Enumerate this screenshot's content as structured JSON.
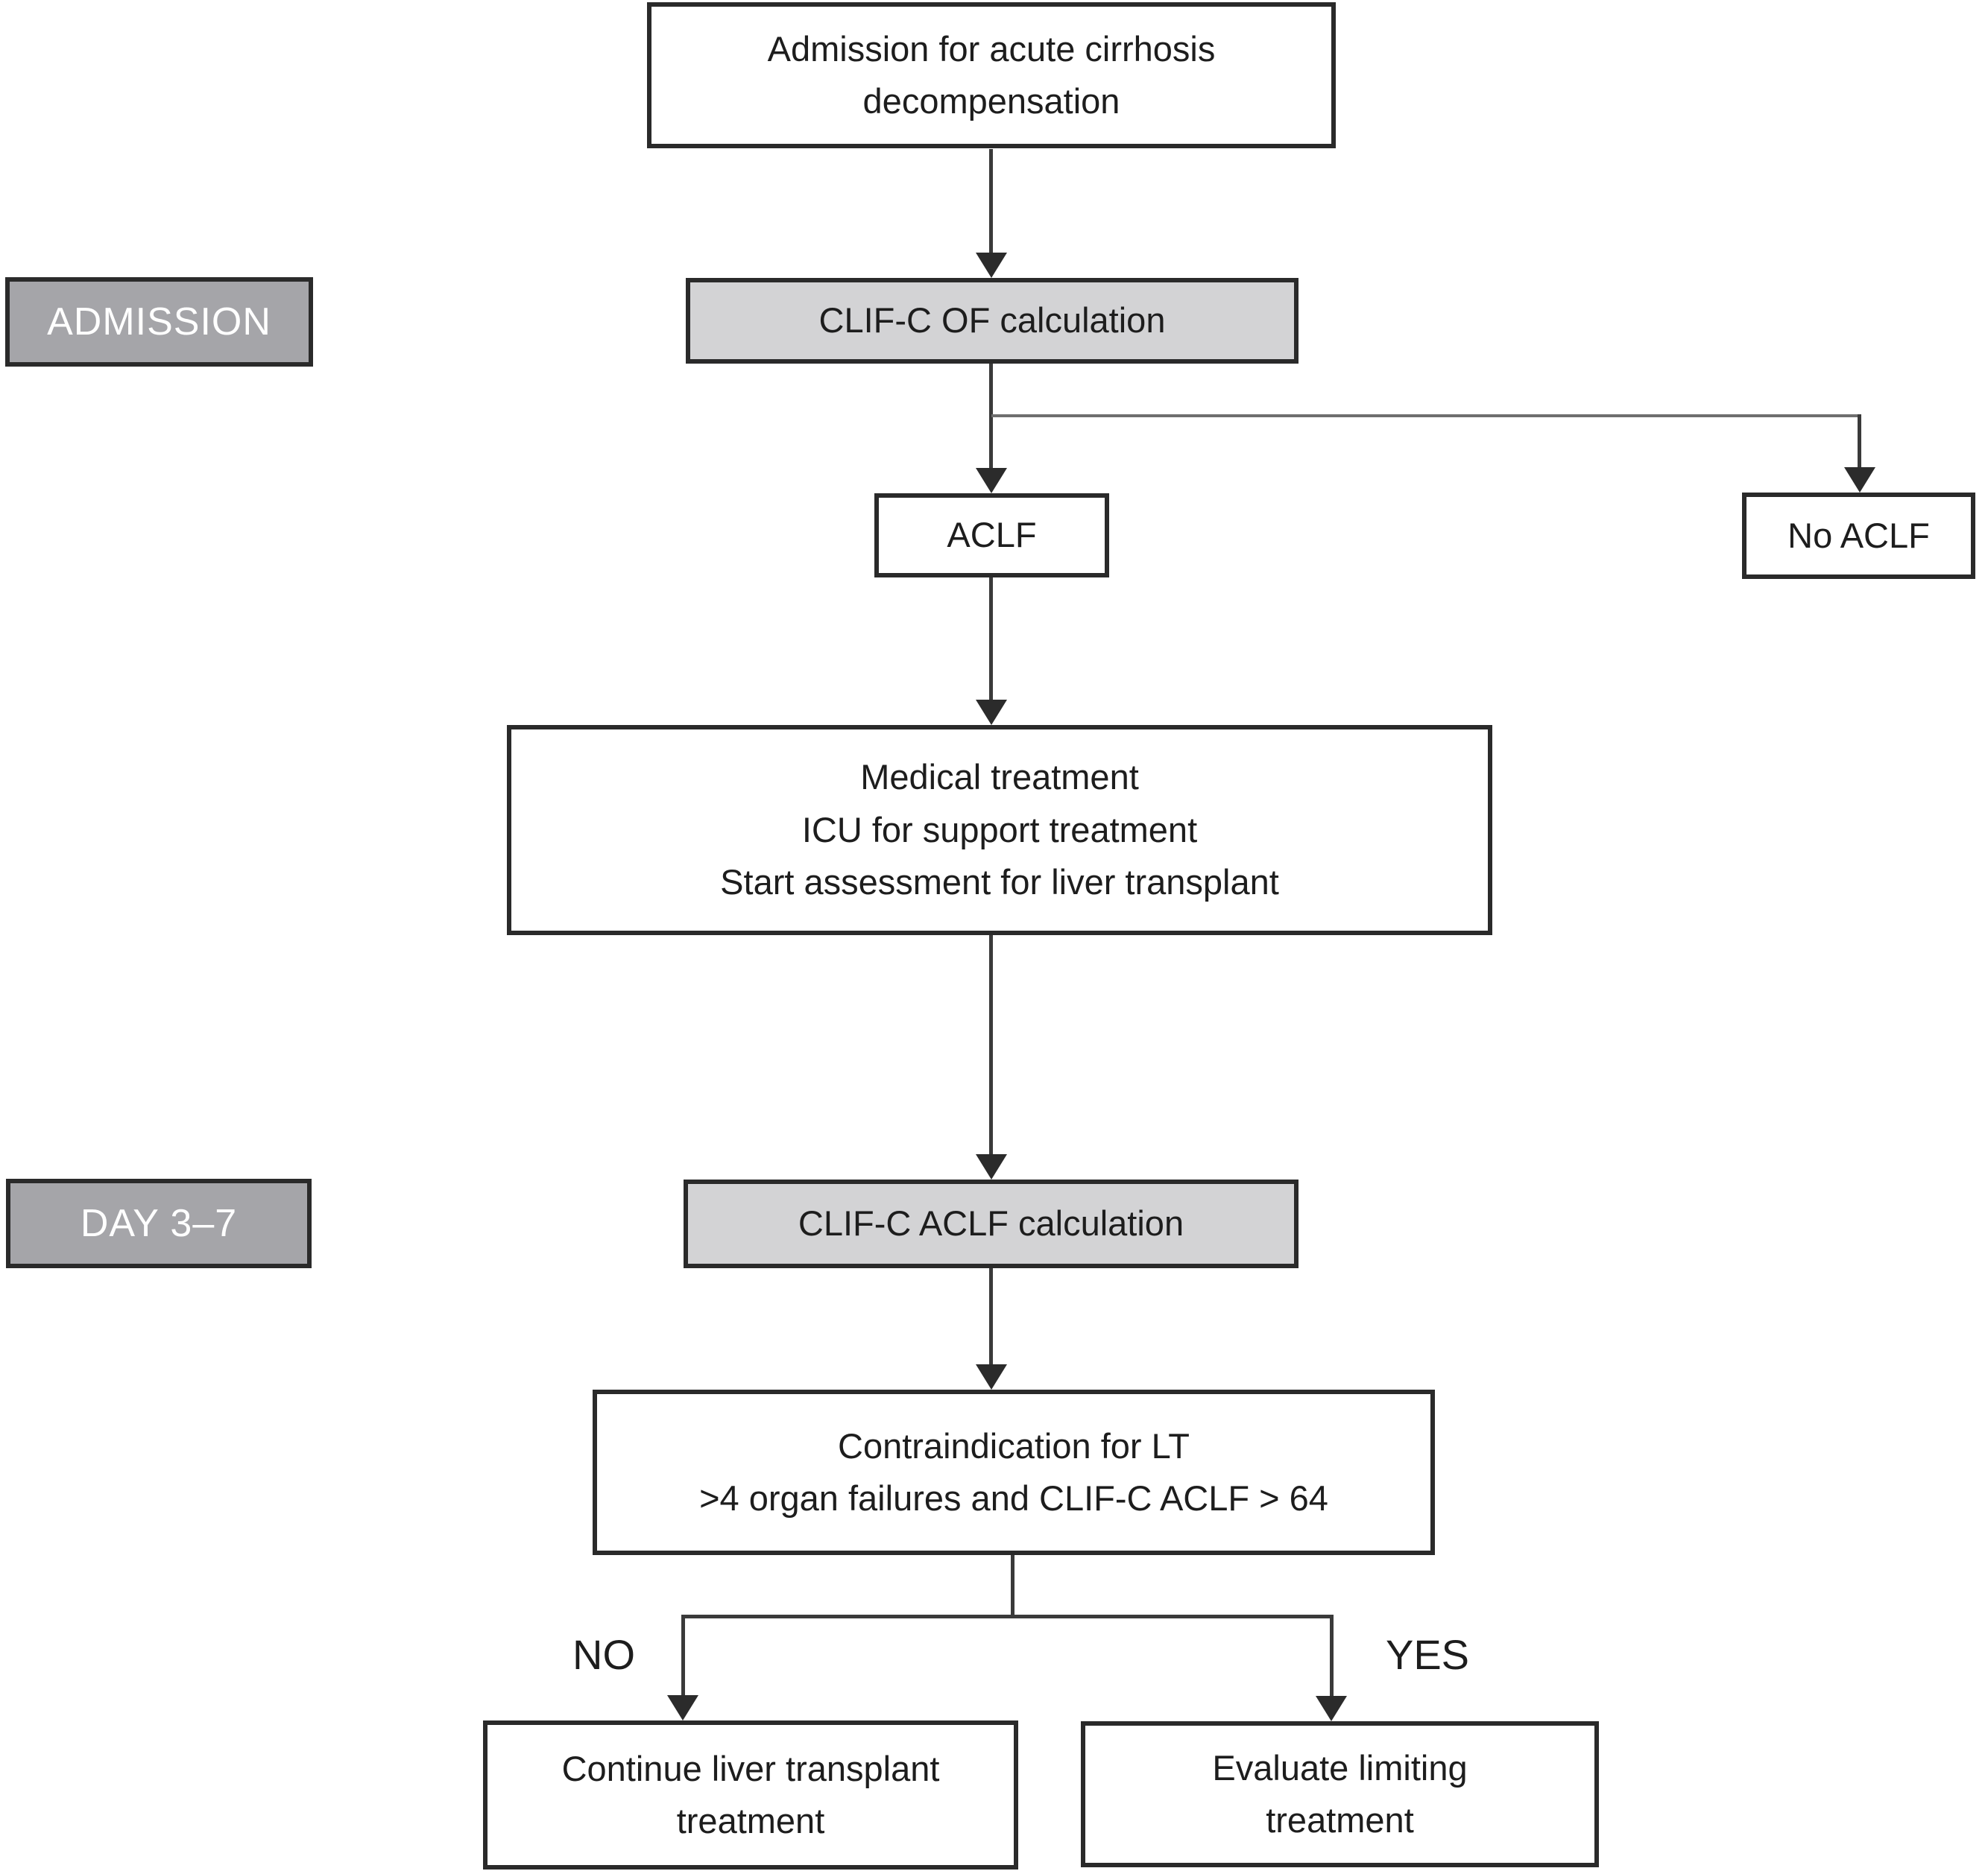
{
  "figure": {
    "type": "flowchart",
    "colors": {
      "background": "#ffffff",
      "box_fill": "#ffffff",
      "box_border": "#2a2a2a",
      "calc_box_fill": "#d3d3d5",
      "stage_label_fill": "#a5a5a9",
      "stage_label_text": "#ffffff",
      "connector": "#3a3a3a",
      "branch_connector": "#6e6e6e",
      "text": "#1d1d1d"
    }
  },
  "nodes": {
    "admission_box": {
      "lines": [
        "Admission for acute cirrhosis",
        "decompensation"
      ]
    },
    "stage_admission": {
      "label": "ADMISSION"
    },
    "clif_of": {
      "label": "CLIF-C OF calculation"
    },
    "aclf": {
      "label": "ACLF"
    },
    "no_aclf": {
      "label": "No ACLF"
    },
    "medical": {
      "lines": [
        "Medical treatment",
        "ICU for support treatment",
        "Start assessment for liver transplant"
      ]
    },
    "stage_day": {
      "label": "DAY 3–7"
    },
    "clif_aclf": {
      "label": "CLIF-C ACLF calculation"
    },
    "contraindication": {
      "lines": [
        "Contraindication for LT",
        ">4 organ failures and CLIF-C ACLF > 64"
      ]
    },
    "branch_no": {
      "label": "NO"
    },
    "branch_yes": {
      "label": "YES"
    },
    "continue_lt": {
      "lines": [
        "Continue liver transplant",
        "treatment"
      ]
    },
    "evaluate_limiting": {
      "lines": [
        "Evaluate limiting",
        "treatment"
      ]
    }
  }
}
